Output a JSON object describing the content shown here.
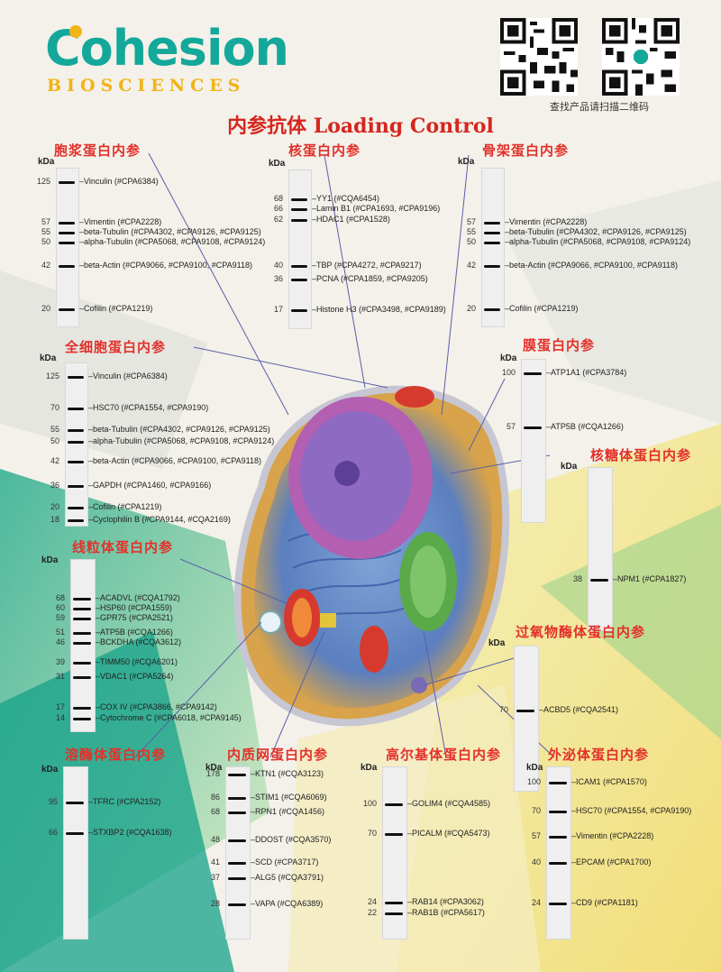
{
  "brand": {
    "name": "Cohesion",
    "tagline": "BIOSCIENCES"
  },
  "qr_caption": "查找产品请扫描二维码",
  "main_title": "内参抗体 Loading Control",
  "kda_label": "kDa",
  "colors": {
    "title_red": "#e3302a",
    "brand_teal": "#14a89a",
    "brand_gold": "#f2b317"
  },
  "panels": [
    {
      "title": "胞浆蛋白内参",
      "bands": [
        {
          "mw": "125",
          "label": "Vinculin (#CPA6384)"
        },
        {
          "mw": "57",
          "label": "Vimentin (#CPA2228)"
        },
        {
          "mw": "55",
          "label": "beta-Tubulin (#CPA4302, #CPA9126, #CPA9125)"
        },
        {
          "mw": "50",
          "label": "alpha-Tubulin (#CPA5068, #CPA9108, #CPA9124)"
        },
        {
          "mw": "42",
          "label": "beta-Actin (#CPA9066, #CPA9100, #CPA9118)"
        },
        {
          "mw": "20",
          "label": "Cofilin (#CPA1219)"
        }
      ]
    },
    {
      "title": "核蛋白内参",
      "bands": [
        {
          "mw": "68",
          "label": "YY1 (#CQA6454)"
        },
        {
          "mw": "66",
          "label": "Lamin B1 (#CPA1693, #CPA9196)"
        },
        {
          "mw": "62",
          "label": "HDAC1 (#CPA1528)"
        },
        {
          "mw": "40",
          "label": "TBP (#CPA4272, #CPA9217)"
        },
        {
          "mw": "36",
          "label": "PCNA (#CPA1859, #CPA9205)"
        },
        {
          "mw": "17",
          "label": "Histone H3 (#CPA3498, #CPA9189)"
        }
      ]
    },
    {
      "title": "骨架蛋白内参",
      "bands": [
        {
          "mw": "57",
          "label": "Vimentin (#CPA2228)"
        },
        {
          "mw": "55",
          "label": "beta-Tubulin (#CPA4302, #CPA9126, #CPA9125)"
        },
        {
          "mw": "50",
          "label": "alpha-Tubulin (#CPA5068, #CPA9108, #CPA9124)"
        },
        {
          "mw": "42",
          "label": "beta-Actin (#CPA9066, #CPA9100, #CPA9118)"
        },
        {
          "mw": "20",
          "label": "Cofilin (#CPA1219)"
        }
      ]
    },
    {
      "title": "全细胞蛋白内参",
      "bands": [
        {
          "mw": "125",
          "label": "Vinculin (#CPA6384)"
        },
        {
          "mw": "70",
          "label": "HSC70 (#CPA1554, #CPA9190)"
        },
        {
          "mw": "55",
          "label": "beta-Tubulin (#CPA4302, #CPA9126, #CPA9125)"
        },
        {
          "mw": "50",
          "label": "alpha-Tubulin (#CPA5068, #CPA9108, #CPA9124)"
        },
        {
          "mw": "42",
          "label": "beta-Actin (#CPA9066, #CPA9100, #CPA9118)"
        },
        {
          "mw": "36",
          "label": "GAPDH (#CPA1460, #CPA9166)"
        },
        {
          "mw": "20",
          "label": "Cofilin (#CPA1219)"
        },
        {
          "mw": "18",
          "label": "Cyclophilin B (#CPA9144, #CQA2169)"
        }
      ]
    },
    {
      "title": "膜蛋白内参",
      "bands": [
        {
          "mw": "100",
          "label": "ATP1A1 (#CPA3784)"
        },
        {
          "mw": "57",
          "label": "ATP5B (#CQA1266)"
        }
      ]
    },
    {
      "title": "核糖体蛋白内参",
      "bands": [
        {
          "mw": "38",
          "label": "NPM1 (#CPA1827)"
        }
      ]
    },
    {
      "title": "线粒体蛋白内参",
      "bands": [
        {
          "mw": "68",
          "label": "ACADVL (#CQA1792)"
        },
        {
          "mw": "60",
          "label": "HSP60 (#CPA1559)"
        },
        {
          "mw": "59",
          "label": "GPR75 (#CPA2521)"
        },
        {
          "mw": "51",
          "label": "ATP5B (#CQA1266)"
        },
        {
          "mw": "46",
          "label": "BCKDHA (#CQA3612)"
        },
        {
          "mw": "39",
          "label": "TIMM50 (#CQA6201)"
        },
        {
          "mw": "31",
          "label": "VDAC1 (#CPA5264)"
        },
        {
          "mw": "17",
          "label": "COX IV (#CPA3866, #CPA9142)"
        },
        {
          "mw": "14",
          "label": "Cytochrome C (#CPA6018, #CPA9145)"
        }
      ]
    },
    {
      "title": "过氧物酶体蛋白内参",
      "bands": [
        {
          "mw": "70",
          "label": "ACBD5 (#CQA2541)"
        }
      ]
    },
    {
      "title": "溶酶体蛋白内参",
      "bands": [
        {
          "mw": "95",
          "label": "TFRC (#CPA2152)"
        },
        {
          "mw": "66",
          "label": "STXBP2 (#CQA1638)"
        }
      ]
    },
    {
      "title": "内质网蛋白内参",
      "bands": [
        {
          "mw": "178",
          "label": "KTN1 (#CQA3123)"
        },
        {
          "mw": "86",
          "label": "STIM1 (#CQA6069)"
        },
        {
          "mw": "68",
          "label": "RPN1 (#CQA1456)"
        },
        {
          "mw": "48",
          "label": "DDOST (#CQA3570)"
        },
        {
          "mw": "41",
          "label": "SCD (#CPA3717)"
        },
        {
          "mw": "37",
          "label": "ALG5 (#CQA3791)"
        },
        {
          "mw": "28",
          "label": "VAPA (#CQA6389)"
        }
      ]
    },
    {
      "title": "高尔基体蛋白内参",
      "bands": [
        {
          "mw": "100",
          "label": "GOLIM4 (#CQA4585)"
        },
        {
          "mw": "70",
          "label": "PICALM (#CQA5473)"
        },
        {
          "mw": "24",
          "label": "RAB14 (#CPA3062)"
        },
        {
          "mw": "22",
          "label": "RAB1B (#CPA5617)"
        }
      ]
    },
    {
      "title": "外泌体蛋白内参",
      "bands": [
        {
          "mw": "100",
          "label": "ICAM1 (#CPA1570)"
        },
        {
          "mw": "70",
          "label": "HSC70 (#CPA1554, #CPA9190)"
        },
        {
          "mw": "57",
          "label": "Vimentin (#CPA2228)"
        },
        {
          "mw": "40",
          "label": "EPCAM (#CPA1700)"
        },
        {
          "mw": "24",
          "label": "CD9 (#CPA1181)"
        }
      ]
    }
  ]
}
